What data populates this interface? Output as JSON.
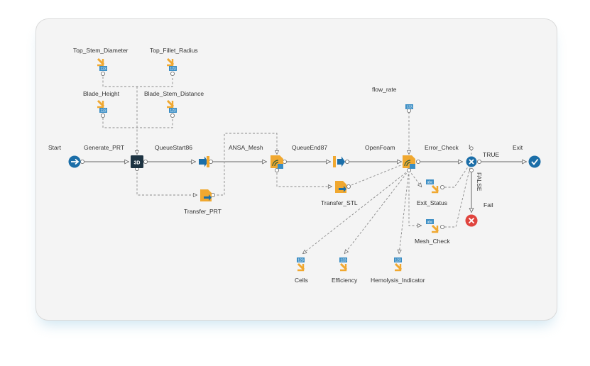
{
  "colors": {
    "accent": "#1b6ea8",
    "icon_orange": "#f0a830",
    "badge_blue": "#3a8dc4",
    "fail_red": "#e0443e",
    "dark_box": "#1d3342"
  },
  "nodes": {
    "start": "Start",
    "generate_prt": "Generate_PRT",
    "generate_prt_badge": "3D",
    "queue_start": "QueueStart86",
    "ansa_mesh": "ANSA_Mesh",
    "queue_end": "QueueEnd87",
    "openfoam": "OpenFoam",
    "error_check": "Error_Check",
    "true_label": "TRUE",
    "false_label": "FALSE",
    "exit": "Exit",
    "fail": "Fail",
    "transfer_prt": "Transfer_PRT",
    "transfer_stl": "Transfer_STL",
    "exit_status": "Exit_Status",
    "mesh_check": "Mesh_Check",
    "flow_rate": "flow_rate",
    "top_stem_diameter": "Top_Stem_Diameter",
    "top_fillet_radius": "Top_Fillet_Radius",
    "blade_height": "Blade_Height",
    "blade_stem_distance": "Blade_Stem_Distance",
    "cells": "Cells",
    "efficiency": "Efficiency",
    "hemolysis_indicator": "Hemolysis_Indicator"
  },
  "badges": {
    "num": "123",
    "text": "abc"
  }
}
